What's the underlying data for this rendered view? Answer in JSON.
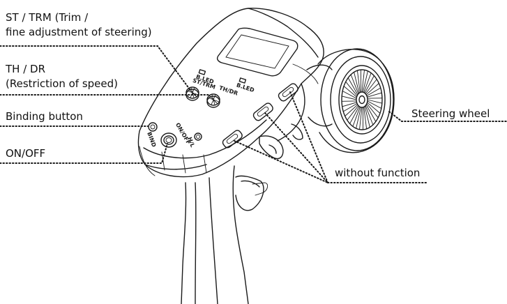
{
  "labels": {
    "st_trm_line1": "ST / TRM (Trim /",
    "st_trm_line2": "fine adjustment of steering)",
    "th_dr_line1": "TH / DR",
    "th_dr_line2": "(Restriction of speed)",
    "binding": "Binding button",
    "on_off": "ON/OFF",
    "steering_wheel": "Steering wheel",
    "without_function": "without function"
  },
  "panel": {
    "bled_left": "B.LED",
    "bled_right": "B.LED",
    "st_trm_knob": "ST/TRM",
    "th_dr_knob": "TH/DR",
    "bind": "BIND",
    "onoff": "ON/OFF",
    "hl": "H/L"
  }
}
